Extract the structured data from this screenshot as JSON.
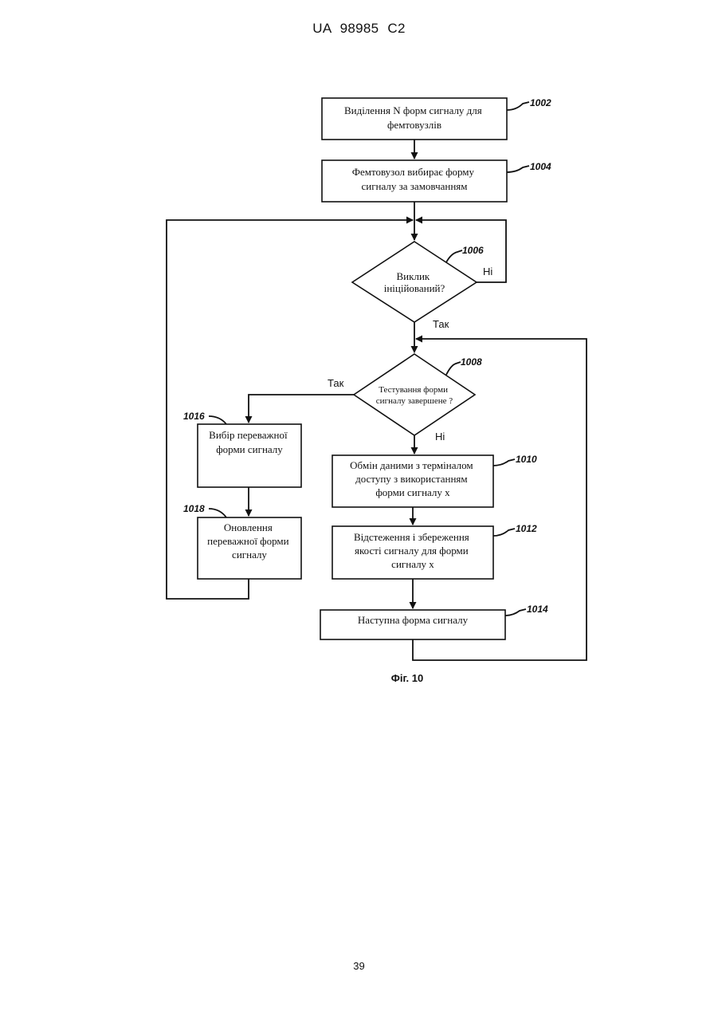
{
  "header": "UA 98985 C2",
  "page_number": "39",
  "caption": "Фіг. 10",
  "steps": {
    "s1002": {
      "ref": "1002",
      "lines": [
        "Виділення N форм сигналу для",
        "фемтовузлів"
      ]
    },
    "s1004": {
      "ref": "1004",
      "lines": [
        "Фемтовузол вибирає форму",
        "сигналу за замовчанням"
      ]
    },
    "s1006": {
      "ref": "1006",
      "lines": [
        "Виклик",
        "ініційований?"
      ]
    },
    "s1008": {
      "ref": "1008",
      "lines": [
        "Тестування форми",
        "сигналу завершене ?"
      ]
    },
    "s1010": {
      "ref": "1010",
      "lines": [
        "Обмін даними з терміналом",
        "доступу з використанням",
        "форми сигналу x"
      ]
    },
    "s1012": {
      "ref": "1012",
      "lines": [
        "Відстеження і збереження",
        "якості сигналу для форми",
        "сигналу x"
      ]
    },
    "s1014": {
      "ref": "1014",
      "lines": [
        "Наступна форма сигналу"
      ]
    },
    "s1016": {
      "ref": "1016",
      "lines": [
        "Вибір переважної",
        "форми сигналу"
      ]
    },
    "s1018": {
      "ref": "1018",
      "lines": [
        "Оновлення",
        "переважної форми",
        "сигналу"
      ]
    }
  },
  "branches": {
    "d1006_no": "Ні",
    "d1006_yes": "Так",
    "d1008_yes": "Так",
    "d1008_no": "Ні"
  }
}
